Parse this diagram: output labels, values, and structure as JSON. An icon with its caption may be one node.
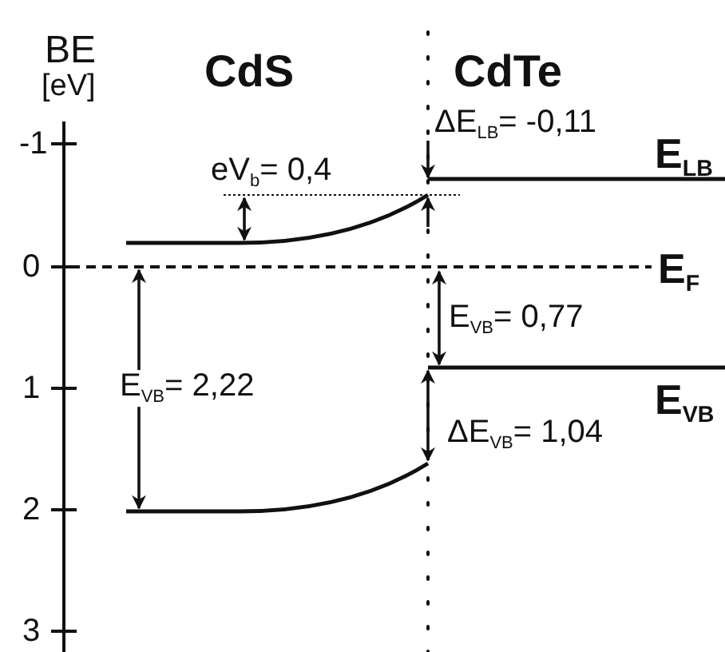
{
  "diagram": {
    "labels": [
      "BE",
      "[eV]",
      "CdS",
      "CdTe",
      "ΔE$_{LB}$= -0,11",
      "-1",
      "E$_{LB}$",
      "eV$_{b}$= 0,4",
      "0",
      "E$_{F}$",
      "E$_{VB}$= 0,77",
      "1",
      "E$_{VB}$= 2,22",
      "E$_{VB}$",
      "ΔE$_{VB}$= 1,04",
      "2",
      "3"
    ]
  }
}
